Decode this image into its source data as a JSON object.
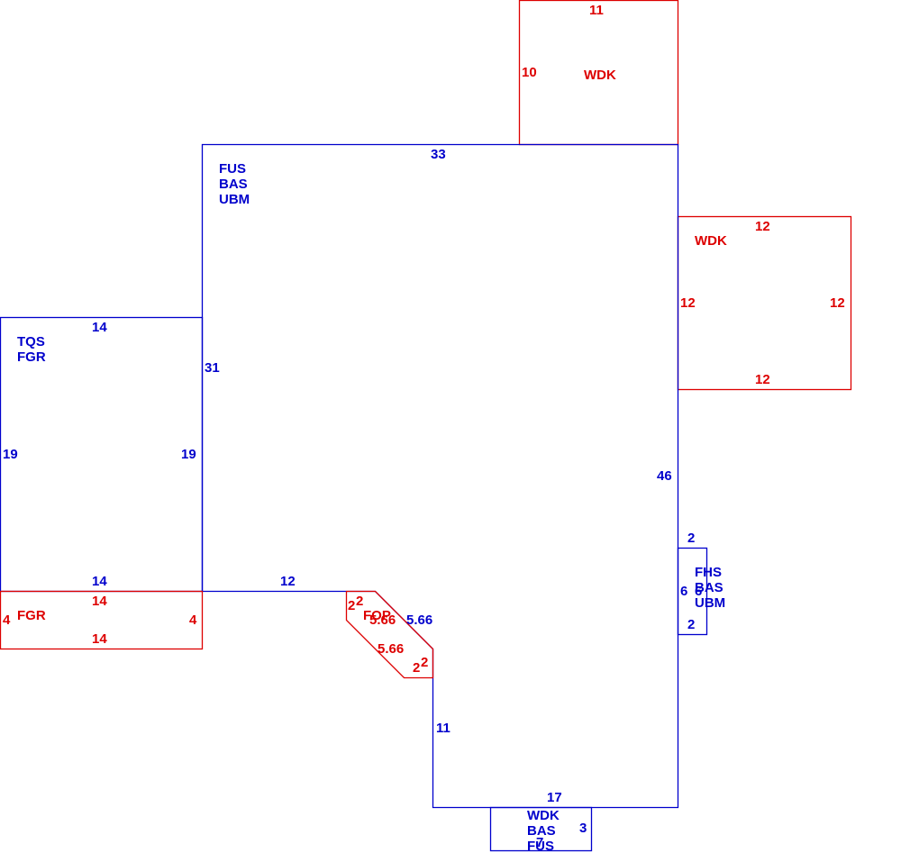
{
  "sketch": {
    "colors": {
      "primary": "#0000cc",
      "secondary": "#dd0000"
    },
    "main_area": {
      "codes": [
        "FUS",
        "BAS",
        "UBM"
      ],
      "dims": [
        "33",
        "46",
        "17",
        "11",
        "5.66",
        "12",
        "31"
      ]
    },
    "garage_area": {
      "codes": [
        "TQS",
        "FGR"
      ],
      "dims": [
        "14",
        "19",
        "14",
        "19"
      ]
    },
    "garage_lower": {
      "code": "FGR",
      "dims": [
        "14",
        "4",
        "14",
        "4"
      ]
    },
    "porch": {
      "code": "FOP",
      "dims": [
        "2",
        "2",
        "5.66",
        "2",
        "2",
        "5.66"
      ]
    },
    "deck_top": {
      "code": "WDK",
      "dims": [
        "11",
        "10"
      ]
    },
    "deck_right": {
      "code": "WDK",
      "dims": [
        "12",
        "12",
        "12",
        "12"
      ]
    },
    "bay_right": {
      "codes": [
        "FHS",
        "BAS",
        "UBM"
      ],
      "dims": [
        "2",
        "6",
        "6",
        "2"
      ]
    },
    "bump_bottom": {
      "codes": [
        "WDK",
        "BAS",
        "FUS"
      ],
      "dims": [
        "3",
        "7"
      ]
    }
  }
}
